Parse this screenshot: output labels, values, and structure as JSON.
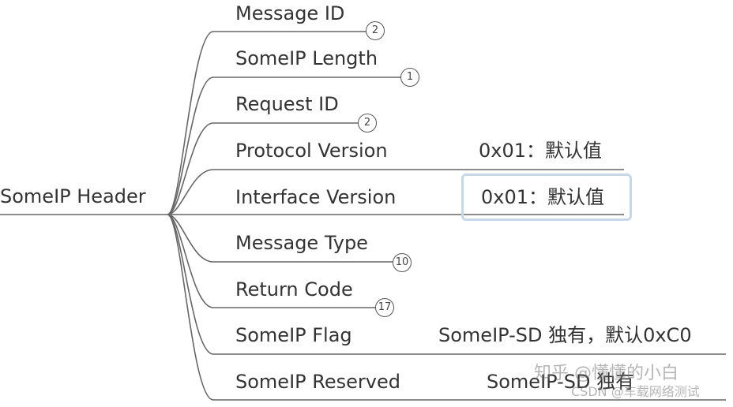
{
  "root": {
    "label": "SomeIP Header"
  },
  "branches": [
    {
      "label": "Message ID",
      "badge": "2",
      "note": ""
    },
    {
      "label": "SomeIP Length",
      "badge": "1",
      "note": ""
    },
    {
      "label": "Request ID",
      "badge": "2",
      "note": ""
    },
    {
      "label": "Protocol Version",
      "badge": "",
      "note": "0x01：默认值"
    },
    {
      "label": "Interface Version",
      "badge": "",
      "note": "0x01：默认值"
    },
    {
      "label": "Message Type",
      "badge": "10",
      "note": ""
    },
    {
      "label": "Return Code",
      "badge": "17",
      "note": ""
    },
    {
      "label": "SomeIP Flag",
      "badge": "",
      "note": "SomeIP-SD 独有，默认0xC0"
    },
    {
      "label": "SomeIP Reserved",
      "badge": "",
      "note": "SomeIP-SD 独有"
    }
  ],
  "watermarks": {
    "primary": "知乎 @懂懂的小白",
    "secondary": "CSDN @车载网络测试"
  },
  "colors": {
    "line": "#666666",
    "text": "#333333",
    "selection": "#c6d7ea"
  }
}
